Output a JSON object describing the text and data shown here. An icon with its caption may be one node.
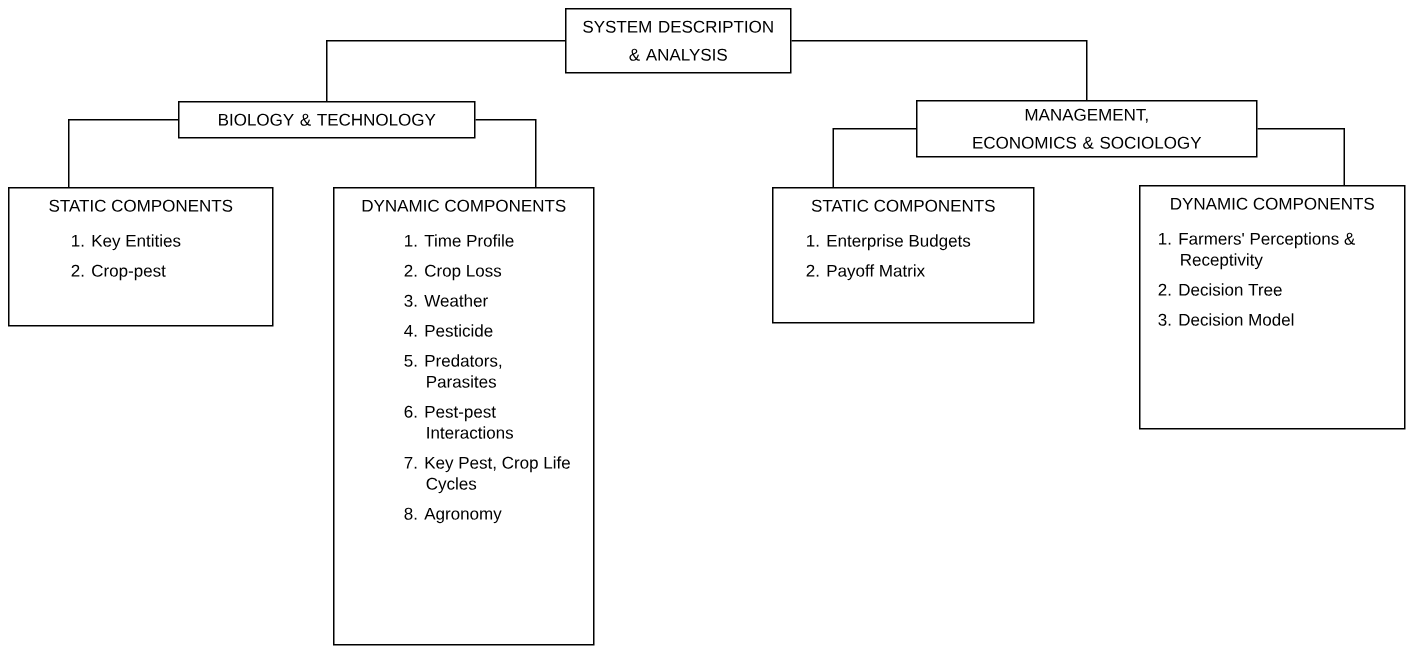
{
  "diagram": {
    "nodes": [
      {
        "text": [
          "SYSTEM DESCRIPTION & ANALYSIS"
        ]
      },
      {
        "text": [
          "BIOLOGY & TECHNOLOGY"
        ]
      },
      {
        "text": [
          "MANAGEMENT, ECONOMICS & SOCIOLOGY"
        ]
      },
      {
        "text": [
          "STATIC COMPONENTS",
          "1. Key Entities",
          "2. Crop-pest"
        ]
      },
      {
        "text": [
          "DYNAMIC COMPONENTS",
          "1. Time Profile",
          "2. Crop Loss",
          "3. Weather",
          "4. Pesticide",
          "5. Predators, Parasites",
          "6. Pest-pest Interactions",
          "7. Key Pest, Crop Life Cycles",
          "8. Agronomy"
        ]
      },
      {
        "text": [
          "STATIC COMPONENTS",
          "1. Enterprise Budgets",
          "2. Payoff Matrix"
        ]
      },
      {
        "text": [
          "DYNAMIC COMPONENTS",
          "1. Farmers' Perceptions & Receptivity",
          "2. Decision Tree",
          "3. Decision Model"
        ]
      }
    ],
    "edges": [
      {
        "from": 0,
        "to": 1,
        "arrow": "none"
      },
      {
        "from": 0,
        "to": 2,
        "arrow": "none"
      },
      {
        "from": 1,
        "to": 3,
        "arrow": "none"
      },
      {
        "from": 1,
        "to": 4,
        "arrow": "none"
      },
      {
        "from": 2,
        "to": 5,
        "arrow": "none"
      },
      {
        "from": 2,
        "to": 6,
        "arrow": "none"
      }
    ]
  }
}
